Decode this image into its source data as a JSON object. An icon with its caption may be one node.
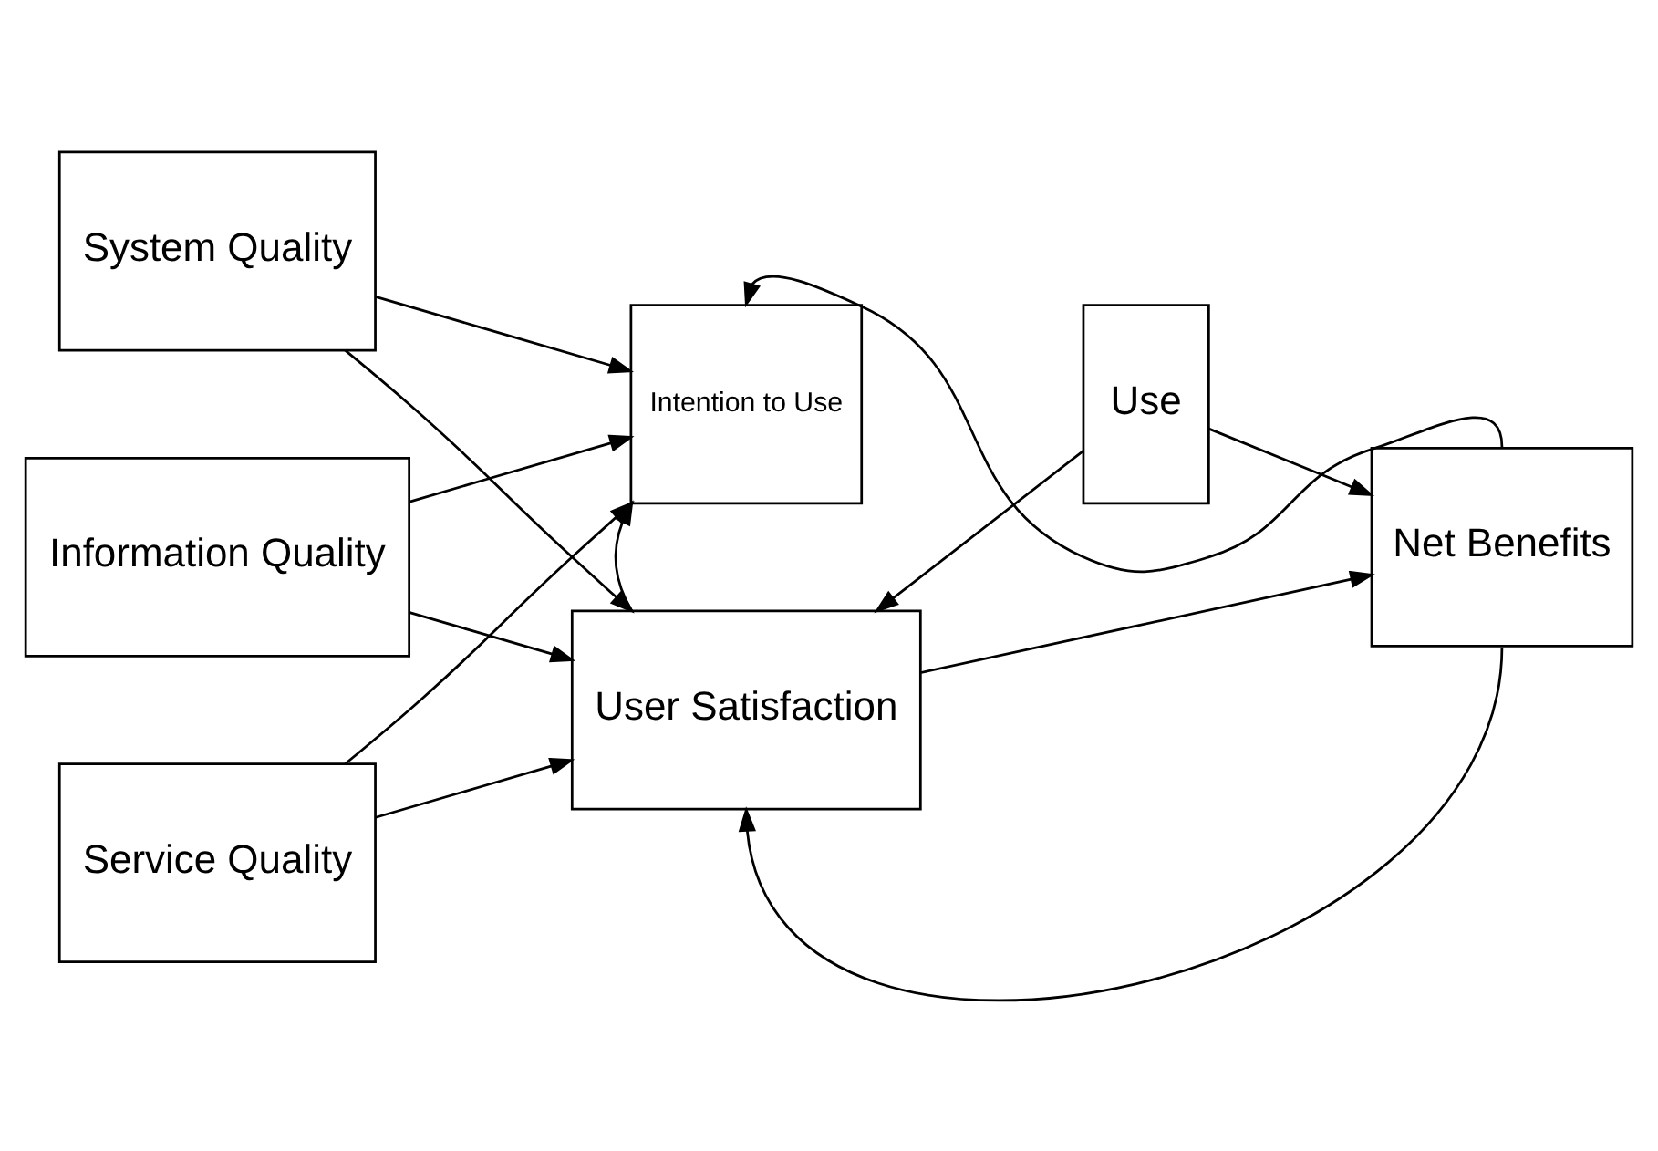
{
  "diagram": {
    "nodes": [
      {
        "text": [
          "System Quality"
        ]
      },
      {
        "text": [
          "Information Quality"
        ]
      },
      {
        "text": [
          "Service Quality"
        ]
      },
      {
        "text": [
          "Intention to Use"
        ]
      },
      {
        "text": [
          "Use"
        ]
      },
      {
        "text": [
          "User Satisfaction"
        ]
      },
      {
        "text": [
          "Net Benefits"
        ]
      }
    ],
    "edges": [
      {
        "from": 0,
        "to": 3,
        "arrow": "to"
      },
      {
        "from": 0,
        "to": 5,
        "arrow": "to"
      },
      {
        "from": 1,
        "to": 3,
        "arrow": "to"
      },
      {
        "from": 1,
        "to": 5,
        "arrow": "to"
      },
      {
        "from": 2,
        "to": 3,
        "arrow": "to"
      },
      {
        "from": 2,
        "to": 5,
        "arrow": "to"
      },
      {
        "from": 4,
        "to": 6,
        "arrow": "to"
      },
      {
        "from": 5,
        "to": 6,
        "arrow": "to"
      },
      {
        "from": 4,
        "to": 5,
        "arrow": "to"
      },
      {
        "from": 5,
        "to": 3,
        "arrow": "to"
      },
      {
        "from": 6,
        "to": 3,
        "arrow": "to"
      },
      {
        "from": 6,
        "to": 5,
        "arrow": "to"
      }
    ]
  }
}
